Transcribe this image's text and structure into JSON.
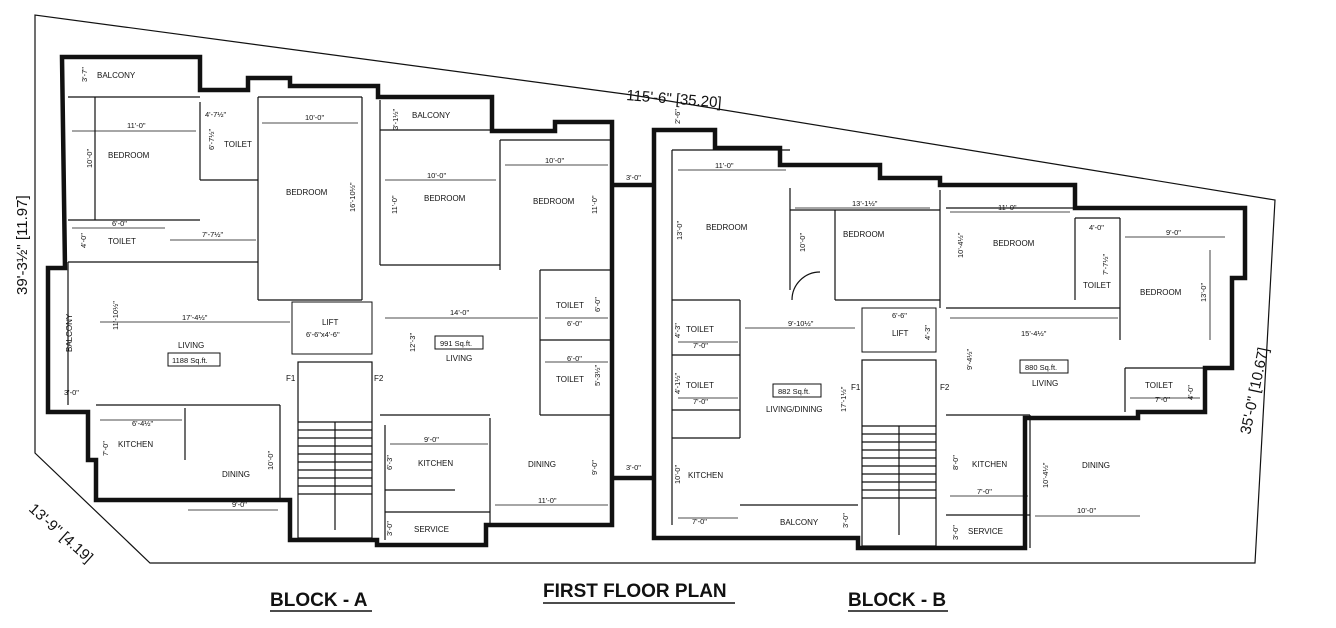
{
  "site": {
    "north_edge": "115'-6\" [35.20]",
    "west_edge": "39'-3½\" [11.97]",
    "southwest_edge": "13'-9\" [4.19]",
    "east_edge": "35'-0\" [10.67]"
  },
  "titles": {
    "block_a": "BLOCK - A",
    "plan": "FIRST  FLOOR PLAN",
    "block_b": "BLOCK - B"
  },
  "flat_a1": {
    "balcony": "BALCONY",
    "balcony_dim": "3'-7\"",
    "toilet1": "TOILET",
    "toilet1_dim_a": "4'-7½\"",
    "toilet1_dim_b": "6'-7½\"",
    "bedroom1": "BEDROOM",
    "bedroom1_w": "11'-0\"",
    "bedroom1_h": "10'-0\"",
    "bedroom2": "BEDROOM",
    "bedroom2_w": "10'-0\"",
    "bedroom2_h": "16'-10½\"",
    "toilet2": "TOILET",
    "toilet2_w": "6'-0\"",
    "toilet2_h": "4'-0\"",
    "passage": "7'-7½\"",
    "balcony_side": "BALCONY",
    "balcony_side_dim": "3'-0\"",
    "living": "LIVING",
    "living_w": "17'-4½\"",
    "living_h": "11'-10½\"",
    "area": "1188 Sq.ft.",
    "kitchen": "KITCHEN",
    "kitchen_w": "6'-4½\"",
    "kitchen_h": "7'-0\"",
    "dining": "DINING",
    "dining_w": "9'-0\"",
    "dining_h": "10'-0\""
  },
  "core_a": {
    "lift": "LIFT",
    "lift_dim": "6'-6\"x4'-6\"",
    "f1": "F1",
    "f2": "F2"
  },
  "flat_a2": {
    "balcony": "BALCONY",
    "balcony_dim": "3'-1½\"",
    "bedroom1": "BEDROOM",
    "bedroom1_w": "10'-0\"",
    "bedroom1_h": "11'-0\"",
    "bedroom2": "BEDROOM",
    "bedroom2_w": "10'-0\"",
    "bedroom2_h": "11'-0\"",
    "connector1": "3'-0\"",
    "living": "LIVING",
    "living_w": "14'-0\"",
    "living_h": "12'-3\"",
    "area": "991 Sq.ft.",
    "toilet1": "TOILET",
    "toilet1_w": "6'-0\"",
    "toilet1_h": "6'-0\"",
    "toilet2": "TOILET",
    "toilet2_w": "6'-0\"",
    "toilet2_h": "5'-3½\"",
    "kitchen": "KITCHEN",
    "kitchen_w": "9'-0\"",
    "kitchen_h": "6'-3\"",
    "service": "SERVICE",
    "service_dim": "3'-0\"",
    "dining": "DINING",
    "dining_w": "11'-0\"",
    "dining_h": "9'-0\"",
    "connector2": "3'-0\""
  },
  "flat_b1": {
    "notch_dim": "2'-6\"",
    "bedroom1": "BEDROOM",
    "bedroom1_w": "11'-0\"",
    "bedroom1_h": "13'-0\"",
    "bedroom2": "BEDROOM",
    "bedroom2_w": "13'-1½\"",
    "bedroom2_h": "10'-0\"",
    "toilet1": "TOILET",
    "toilet1_w": "7'-0\"",
    "toilet1_h": "4'-3\"",
    "toilet2": "TOILET",
    "toilet2_w": "7'-0\"",
    "toilet2_h": "4'-1½\"",
    "living": "LIVING/DINING",
    "living_w": "9'-10½\"",
    "living_h": "17'-1½\"",
    "area": "882 Sq.ft.",
    "kitchen": "KITCHEN",
    "kitchen_w": "7'-0\"",
    "kitchen_h": "10'-0\"",
    "balcony": "BALCONY",
    "balcony_dim": "3'-0\""
  },
  "core_b": {
    "lift": "LIFT",
    "lift_w": "6'-6\"",
    "lift_h": "4'-3\"",
    "f1": "F1",
    "f2": "F2"
  },
  "flat_b2": {
    "bedroom1": "BEDROOM",
    "bedroom1_w": "11'-0\"",
    "bedroom1_h": "10'-4½\"",
    "toilet1": "TOILET",
    "toilet1_w": "4'-0\"",
    "toilet1_h": "7'-7½\"",
    "bedroom2": "BEDROOM",
    "bedroom2_w": "9'-0\"",
    "bedroom2_h": "13'-0\"",
    "living": "LIVING",
    "living_w": "15'-4½\"",
    "living_h": "9'-4½\"",
    "area": "880 Sq.ft.",
    "toilet2": "TOILET",
    "toilet2_w": "7'-0\"",
    "toilet2_h": "4'-0\"",
    "kitchen": "KITCHEN",
    "kitchen_w": "7'-0\"",
    "kitchen_h": "8'-0\"",
    "service": "SERVICE",
    "service_dim": "3'-0\"",
    "dining": "DINING",
    "dining_w": "10'-0\"",
    "dining_h": "10'-4½\""
  }
}
